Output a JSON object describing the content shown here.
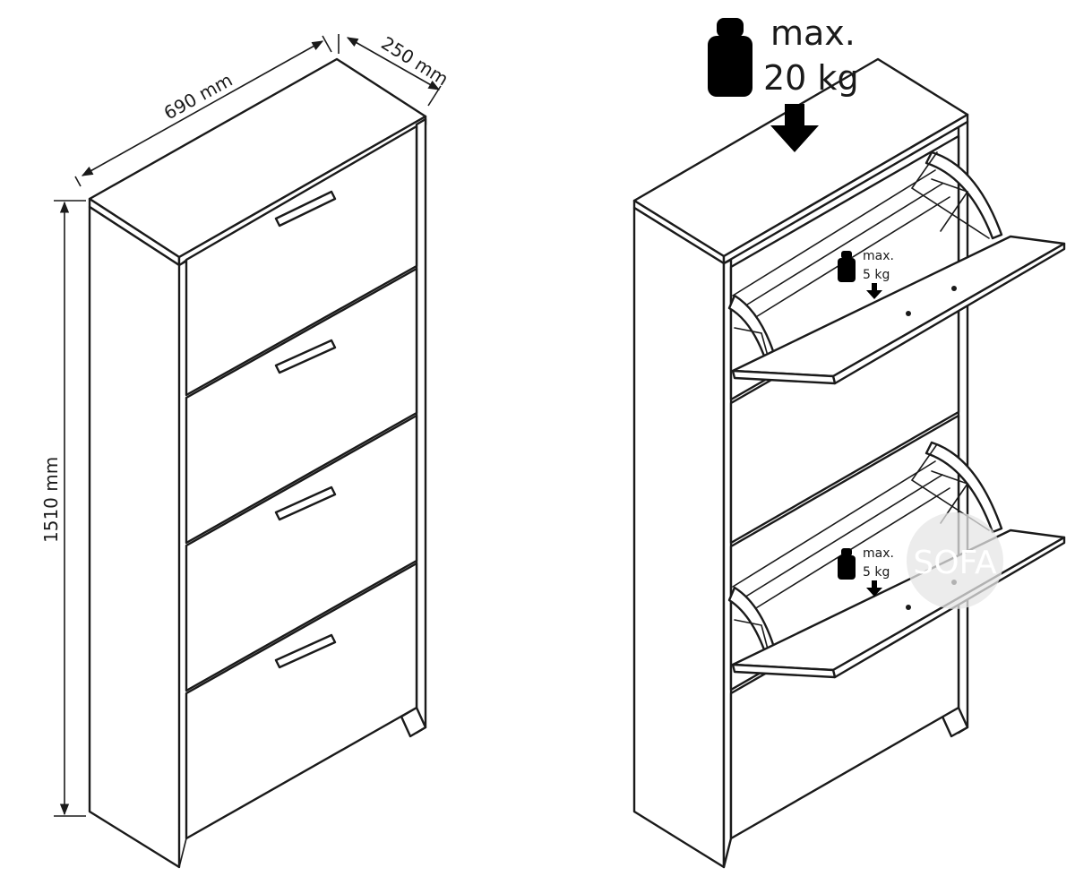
{
  "dimensions": {
    "width": "690 mm",
    "depth": "250 mm",
    "height": "1510 mm"
  },
  "load_limits": {
    "top": {
      "line1": "max.",
      "line2": "20 kg"
    },
    "flap_upper": {
      "line1": "max.",
      "line2": "5 kg"
    },
    "flap_lower": {
      "line1": "max.",
      "line2": "5 kg"
    }
  },
  "watermark": "SOFA",
  "icons": {
    "weight": "weight-icon",
    "arrow": "down-arrow-icon"
  }
}
